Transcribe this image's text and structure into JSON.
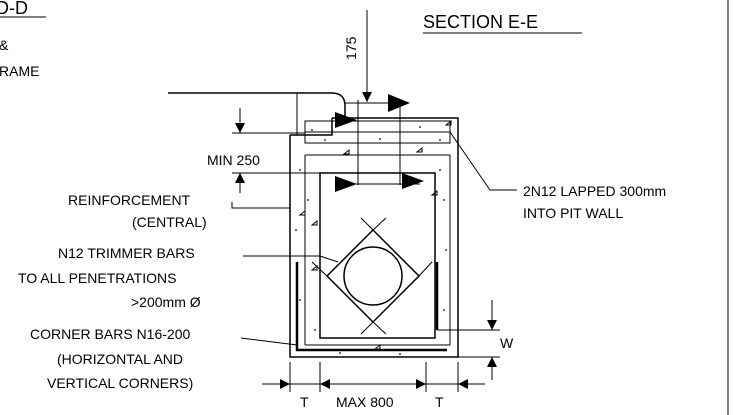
{
  "left_section": {
    "title_fragment": "D-D",
    "note_line1": "&",
    "note_line2": "RAME"
  },
  "section_title": "SECTION E-E",
  "dimensions": {
    "top": "175",
    "min_cover": "MIN 250",
    "w": "W",
    "t_left": "T",
    "max_width": "MAX 800",
    "t_right": "T"
  },
  "labels": {
    "reinforcement_line1": "REINFORCEMENT",
    "reinforcement_line2": "(CENTRAL)",
    "trimmer_line1": "N12 TRIMMER  BARS",
    "trimmer_line2": "TO ALL PENETRATIONS",
    "trimmer_line3": ">200mm Ø",
    "corner_line1": "CORNER BARS N16-200",
    "corner_line2": "(HORIZONTAL AND",
    "corner_line3": "VERTICAL CORNERS)",
    "lapped_line1": "2N12 LAPPED 300mm",
    "lapped_line2": "INTO PIT WALL"
  }
}
